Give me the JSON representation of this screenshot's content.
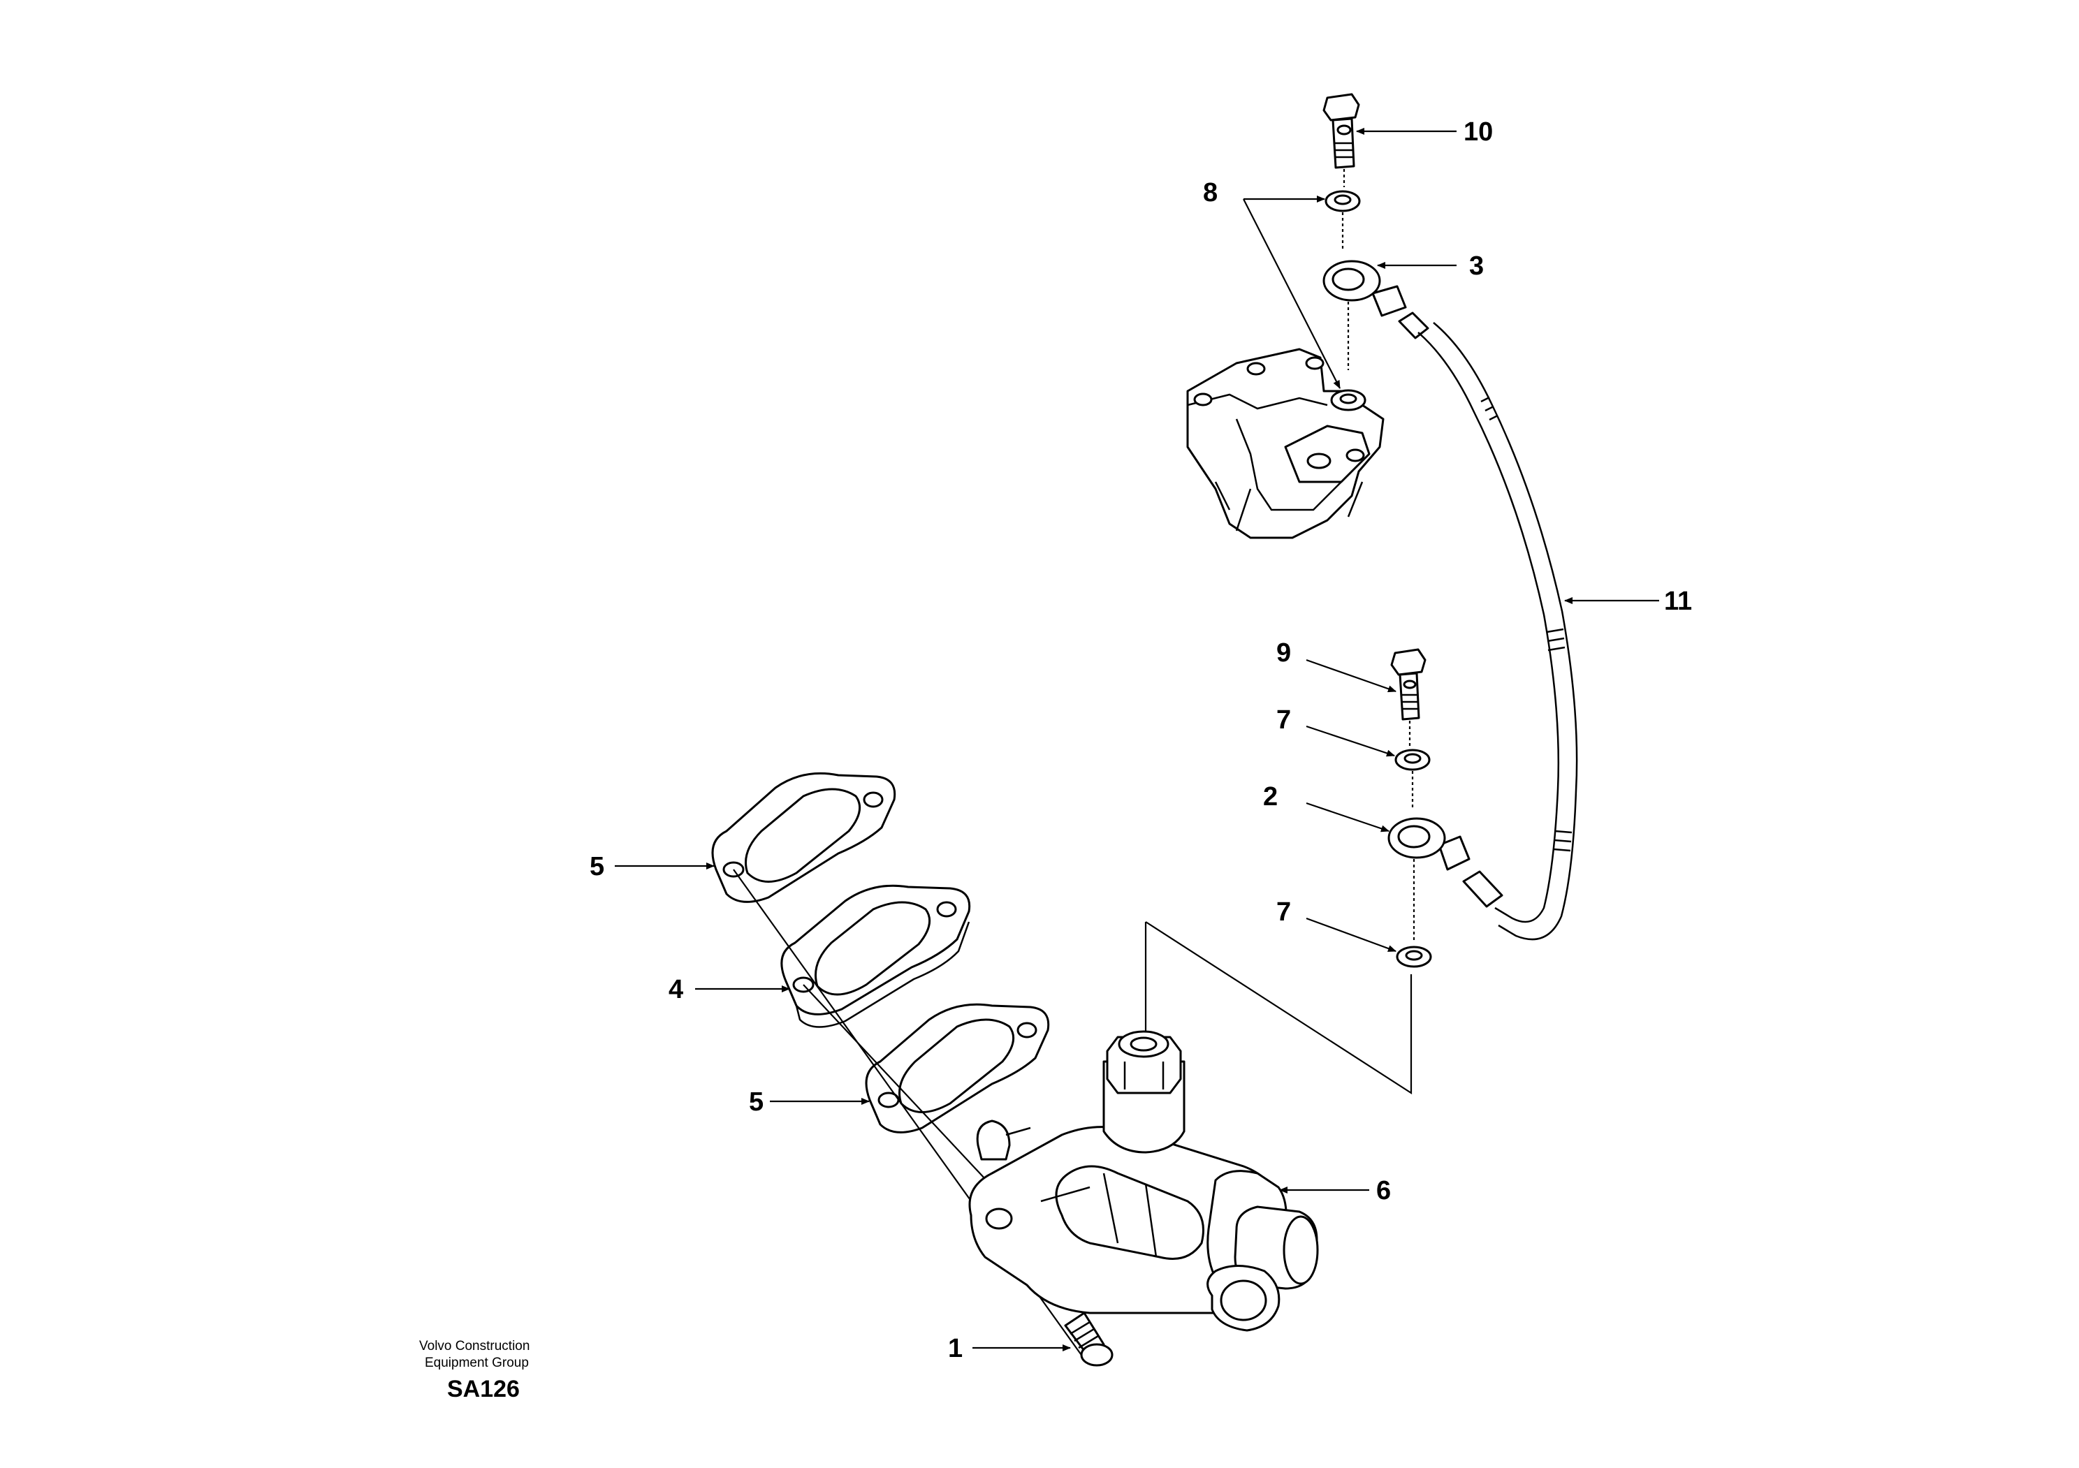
{
  "callouts": {
    "c1": "1",
    "c2": "2",
    "c3": "3",
    "c4": "4",
    "c5a": "5",
    "c5b": "5",
    "c6": "6",
    "c7a": "7",
    "c7b": "7",
    "c8": "8",
    "c9": "9",
    "c10": "10",
    "c11": "11"
  },
  "footer": {
    "line1": "Volvo Construction",
    "line2": "Equipment Group",
    "code": "SA126"
  }
}
